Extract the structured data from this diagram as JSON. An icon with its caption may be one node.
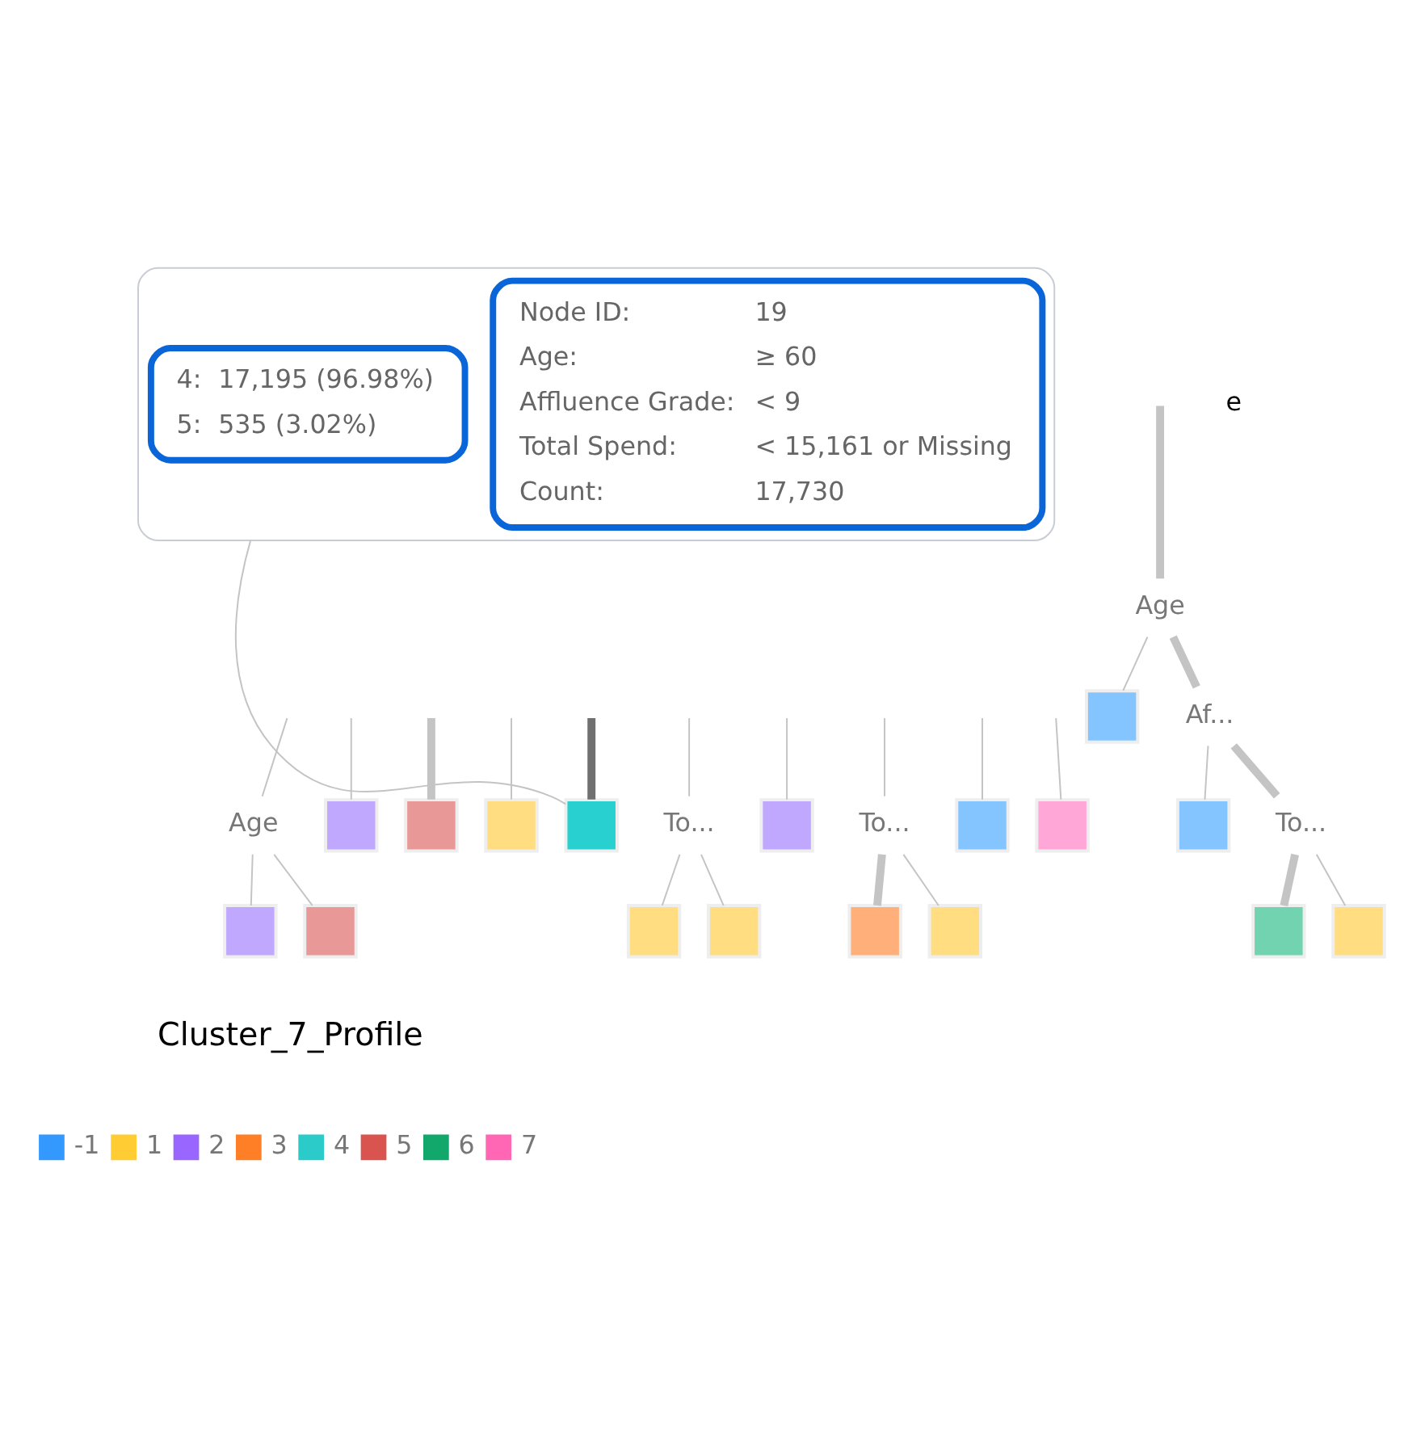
{
  "diagram": {
    "nodes": [
      {
        "text": [],
        "shape": "box"
      },
      {
        "text": [
          "Node ID:",
          "19",
          "Age:",
          "≥ 60",
          "Affluence Grade:",
          "< 9",
          "Total Spend:",
          "< 15,161 or Missing",
          "Count:",
          "17,730"
        ],
        "in": 0
      },
      {
        "text": [
          "4:",
          "17,195 (96.98%)",
          "5:",
          "535 (3.02%)"
        ],
        "in": 0
      },
      {
        "text": [
          "Age"
        ]
      },
      {
        "text": [],
        "shape": "box"
      },
      {
        "text": [
          "Af..."
        ]
      },
      {
        "text": [
          "Age"
        ]
      },
      {
        "text": [],
        "shape": "box"
      },
      {
        "text": [],
        "shape": "box"
      },
      {
        "text": [],
        "shape": "box"
      },
      {
        "text": [],
        "shape": "box"
      },
      {
        "text": [
          "To..."
        ]
      },
      {
        "text": [],
        "shape": "box"
      },
      {
        "text": [
          "To..."
        ]
      },
      {
        "text": [],
        "shape": "box"
      },
      {
        "text": [],
        "shape": "box"
      },
      {
        "text": [],
        "shape": "box"
      },
      {
        "text": [
          "To..."
        ]
      },
      {
        "text": [],
        "shape": "box"
      },
      {
        "text": [],
        "shape": "box"
      },
      {
        "text": [],
        "shape": "box"
      },
      {
        "text": [],
        "shape": "box"
      },
      {
        "text": [],
        "shape": "box"
      },
      {
        "text": [],
        "shape": "box"
      },
      {
        "text": [],
        "shape": "box"
      },
      {
        "text": [],
        "shape": "box"
      }
    ],
    "edges": [
      {
        "from": null,
        "to": 3,
        "arrow": "none",
        "style": "thick"
      },
      {
        "from": 3,
        "to": 4,
        "arrow": "none"
      },
      {
        "from": 3,
        "to": 5,
        "arrow": "none",
        "style": "thick"
      },
      {
        "from": 0,
        "to": 10,
        "arrow": "none"
      },
      {
        "from": null,
        "to": 6,
        "arrow": "none"
      },
      {
        "from": null,
        "to": 7,
        "arrow": "none"
      },
      {
        "from": null,
        "to": 8,
        "arrow": "none",
        "style": "thick"
      },
      {
        "from": null,
        "to": 9,
        "arrow": "none"
      },
      {
        "from": null,
        "to": 10,
        "arrow": "none",
        "style": "thick",
        "color": "#707070"
      },
      {
        "from": null,
        "to": 11,
        "arrow": "none"
      },
      {
        "from": null,
        "to": 12,
        "arrow": "none"
      },
      {
        "from": null,
        "to": 13,
        "arrow": "none"
      },
      {
        "from": null,
        "to": 14,
        "arrow": "none"
      },
      {
        "from": null,
        "to": 15,
        "arrow": "none"
      },
      {
        "from": 5,
        "to": 16,
        "arrow": "none"
      },
      {
        "from": 5,
        "to": 17,
        "arrow": "none",
        "style": "thick"
      },
      {
        "from": 6,
        "to": 18,
        "arrow": "none"
      },
      {
        "from": 6,
        "to": 19,
        "arrow": "none"
      },
      {
        "from": 11,
        "to": 20,
        "arrow": "none"
      },
      {
        "from": 11,
        "to": 21,
        "arrow": "none"
      },
      {
        "from": 13,
        "to": 22,
        "arrow": "none",
        "style": "thick"
      },
      {
        "from": 13,
        "to": 23,
        "arrow": "none"
      },
      {
        "from": 17,
        "to": 24,
        "arrow": "none",
        "style": "thick"
      },
      {
        "from": 17,
        "to": 25,
        "arrow": "none"
      }
    ],
    "labels": [
      "e",
      "Cluster_7_Profile"
    ],
    "legend": [
      {
        "text": "-1",
        "color": "#3399ff"
      },
      {
        "text": "1",
        "color": "#ffcc33"
      },
      {
        "text": "2",
        "color": "#9966ff"
      },
      {
        "text": "3",
        "color": "#ff7f27"
      },
      {
        "text": "4",
        "color": "#2acbc9"
      },
      {
        "text": "5",
        "color": "#d9534f"
      },
      {
        "text": "6",
        "color": "#13a86b"
      },
      {
        "text": "7",
        "color": "#ff66b3"
      }
    ]
  }
}
